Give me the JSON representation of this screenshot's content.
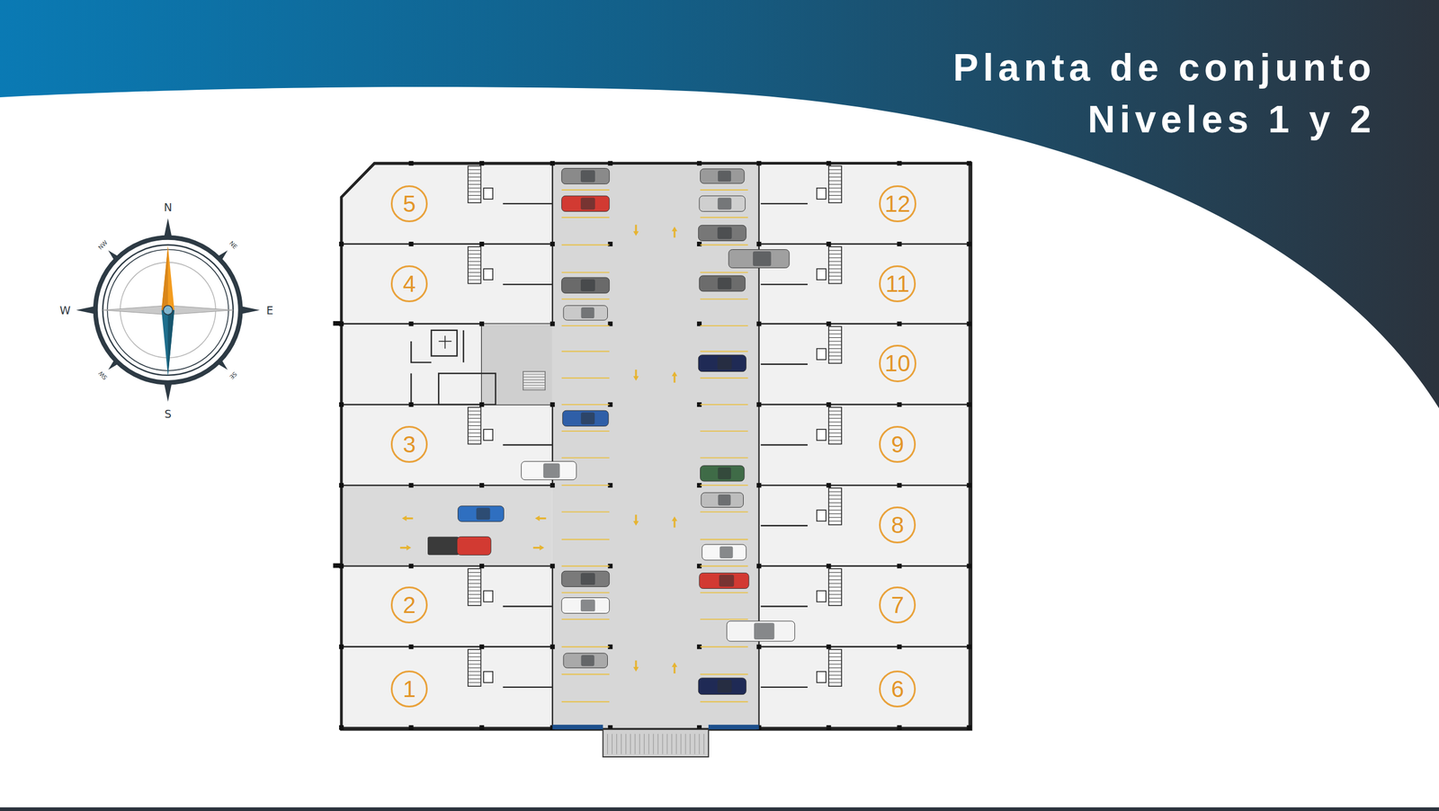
{
  "diagram": {
    "title": "Planta de conjunto Niveles 1 y 2",
    "nodes": [
      {
        "text": [
          "5"
        ]
      },
      {
        "text": [
          "12"
        ]
      },
      {
        "text": [
          "4"
        ]
      },
      {
        "text": [
          "11"
        ]
      },
      {
        "text": [
          "10"
        ]
      },
      {
        "text": [
          "3"
        ]
      },
      {
        "text": [
          "9"
        ]
      },
      {
        "text": [
          "8"
        ]
      },
      {
        "text": [
          "2"
        ]
      },
      {
        "text": [
          "7"
        ]
      },
      {
        "text": [
          "1"
        ]
      },
      {
        "text": [
          "6"
        ]
      }
    ],
    "labels": [
      "N",
      "NE",
      "E",
      "SE",
      "S",
      "SW",
      "W",
      "NW"
    ]
  }
}
